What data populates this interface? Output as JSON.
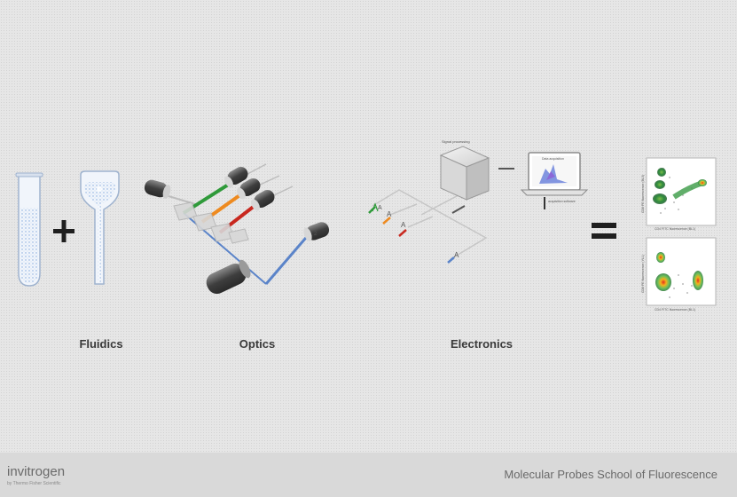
{
  "stages": {
    "fluidics": "Fluidics",
    "optics": "Optics",
    "electronics": "Electronics"
  },
  "devices": {
    "computer_label": "Signal processing",
    "screen_label": "Data acquisition",
    "keyboard_label": "acquisition software"
  },
  "plots": [
    {
      "ylabel": "CD8 PE fluorescence (BL3)",
      "xlabel": "CD4 FITC fluorescence (BL1)"
    },
    {
      "ylabel": "CD8 PE fluorescence (YL1)",
      "xlabel": "CD4 FITC fluorescence (BL1)"
    }
  ],
  "footer": {
    "brand": "invitrogen",
    "brand_sub": "by Thermo Fisher Scientific",
    "school": "Molecular Probes School of Fluorescence"
  },
  "colors": {
    "laser_blue": "#5b84c9",
    "green": "#2f9a3a",
    "orange": "#ee8a1f",
    "red": "#c8281f",
    "fluid": "#a9c4ea"
  }
}
